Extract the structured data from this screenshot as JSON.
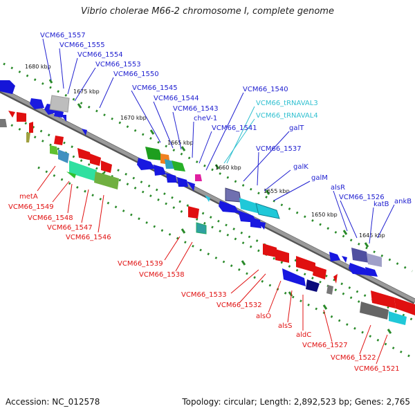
{
  "title": "Vibrio cholerae M66-2 chromosome I, complete genome",
  "footer": {
    "accession": "Accession: NC_012578",
    "topology": "Topology: circular; Length: 2,892,523 bp; Genes: 2,765"
  },
  "colors": {
    "forward": "#2020e0",
    "reverse": "#e01010",
    "rna": "#30c0d0",
    "backbone": "#888888",
    "ticks": "#2a8a2a"
  },
  "kbp_markers": [
    "1680 kbp",
    "1675 kbp",
    "1670 kbp",
    "1665 kbp",
    "1660 kbp",
    "1655 kbp",
    "1650 kbp",
    "1645 kbp"
  ],
  "labels_top": [
    "VCM66_1557",
    "VCM66_1555",
    "VCM66_1554",
    "VCM66_1553",
    "VCM66_1550",
    "VCM66_1545",
    "VCM66_1544",
    "VCM66_1543",
    "cheV-1",
    "VCM66_1541",
    "VCM66_1540",
    "VCM66_tRNAVAL3",
    "VCM66_tRNAVAL4",
    "galT",
    "VCM66_1537",
    "galK",
    "galM",
    "alsR",
    "VCM66_1526",
    "katB",
    "ankB"
  ],
  "labels_bottom": [
    "metA",
    "VCM66_1549",
    "VCM66_1548",
    "VCM66_1547",
    "VCM66_1546",
    "VCM66_1539",
    "VCM66_1538",
    "VCM66_1533",
    "VCM66_1532",
    "alsO",
    "alsS",
    "aldC",
    "VCM66_1527",
    "VCM66_1522",
    "VCM66_1521"
  ]
}
